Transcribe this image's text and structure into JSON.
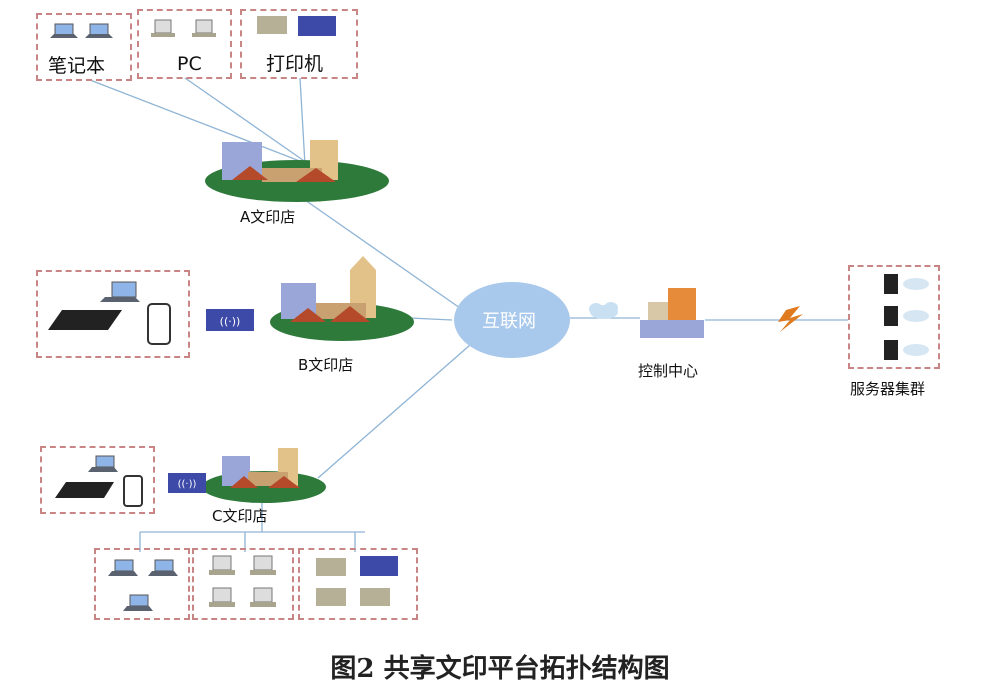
{
  "labels": {
    "laptop_group": "笔记本",
    "pc_group": "PC",
    "printer_group": "打印机",
    "store_a": "A文印店",
    "store_b": "B文印店",
    "store_c": "C文印店",
    "internet": "互联网",
    "control_center": "控制中心",
    "server_cluster": "服务器集群"
  },
  "caption": "图2  共享文印平台拓扑结构图",
  "colors": {
    "line": "#8fb4d6",
    "dashed_border": "#c98585",
    "island": "#2e7a3a",
    "cloud": "#a9c9ec",
    "bolt": "#e07a1f"
  },
  "icons": [
    "laptop-icon",
    "pc-icon",
    "printer-icon",
    "tablet-icon",
    "phone-icon",
    "wireless-router-icon",
    "store-icon",
    "cloud-icon",
    "building-icon",
    "server-icon",
    "lightning-icon"
  ]
}
